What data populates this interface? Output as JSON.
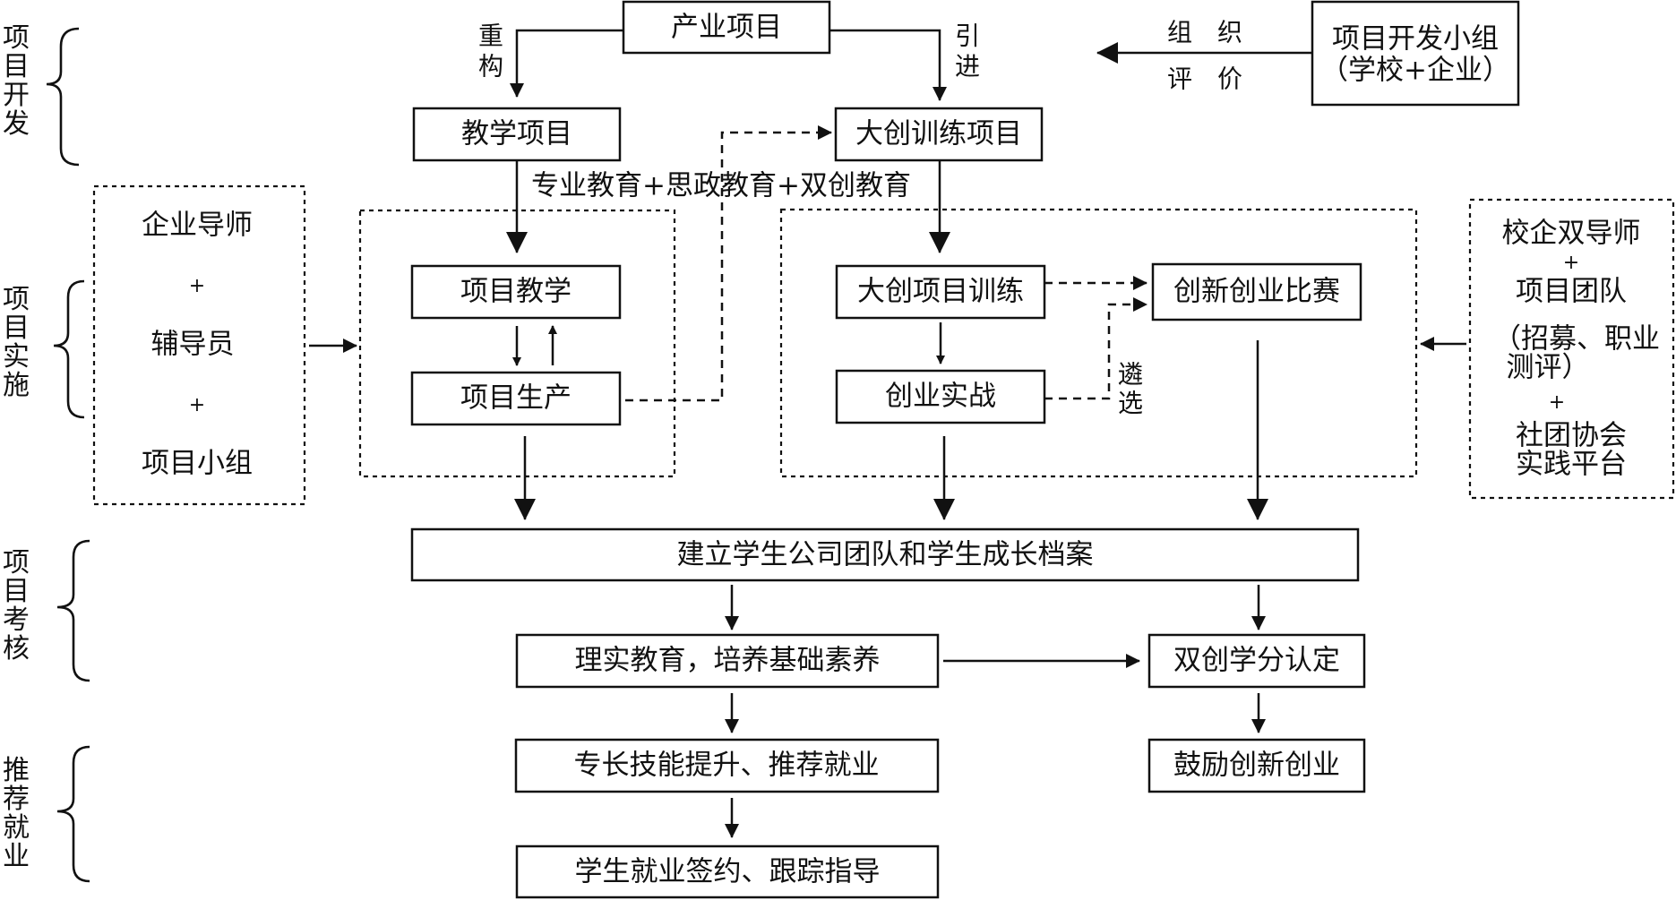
{
  "sections": [
    {
      "id": "dev",
      "chars": [
        "项",
        "目",
        "开",
        "发"
      ]
    },
    {
      "id": "impl",
      "chars": [
        "项",
        "目",
        "实",
        "施"
      ]
    },
    {
      "id": "assess",
      "chars": [
        "项",
        "目",
        "考",
        "核"
      ]
    },
    {
      "id": "employ",
      "chars": [
        "推",
        "荐",
        "就",
        "业"
      ]
    }
  ],
  "boxes": {
    "industry_project": "产业项目",
    "teaching_project": "教学项目",
    "dachuang_training_project": "大创训练项目",
    "dev_group_line1": "项目开发小组",
    "dev_group_line2": "（学校+企业）",
    "project_teaching": "项目教学",
    "project_production": "项目生产",
    "dachuang_training": "大创项目训练",
    "startup_practice": "创业实战",
    "innovation_competition": "创新创业比赛",
    "student_company": "建立学生公司团队和学生成长档案",
    "basic_quality": "理实教育，培养基础素养",
    "credit_recognition": "双创学分认定",
    "skill_improvement": "专长技能提升、推荐就业",
    "encourage_startup": "鼓励创新创业",
    "employment_signing": "学生就业签约、跟踪指导"
  },
  "labels": {
    "restructure": [
      "重",
      "构"
    ],
    "introduce": [
      "引",
      "进"
    ],
    "organize": "组　织",
    "evaluate": "评　价",
    "education_mix": "专业教育+思政教育+双创教育",
    "selection": [
      "遴",
      "选"
    ]
  },
  "left_support": {
    "line1": "企业导师",
    "plus1": "+",
    "line2": "辅导员",
    "plus2": "+",
    "line3": "项目小组"
  },
  "right_support": {
    "line1": "校企双导师",
    "plus1": "+",
    "line2": "项目团队",
    "line3": "（招募、职业",
    "line4": "测评）",
    "plus2": "+",
    "line5": "社团协会",
    "line6": "实践平台"
  }
}
